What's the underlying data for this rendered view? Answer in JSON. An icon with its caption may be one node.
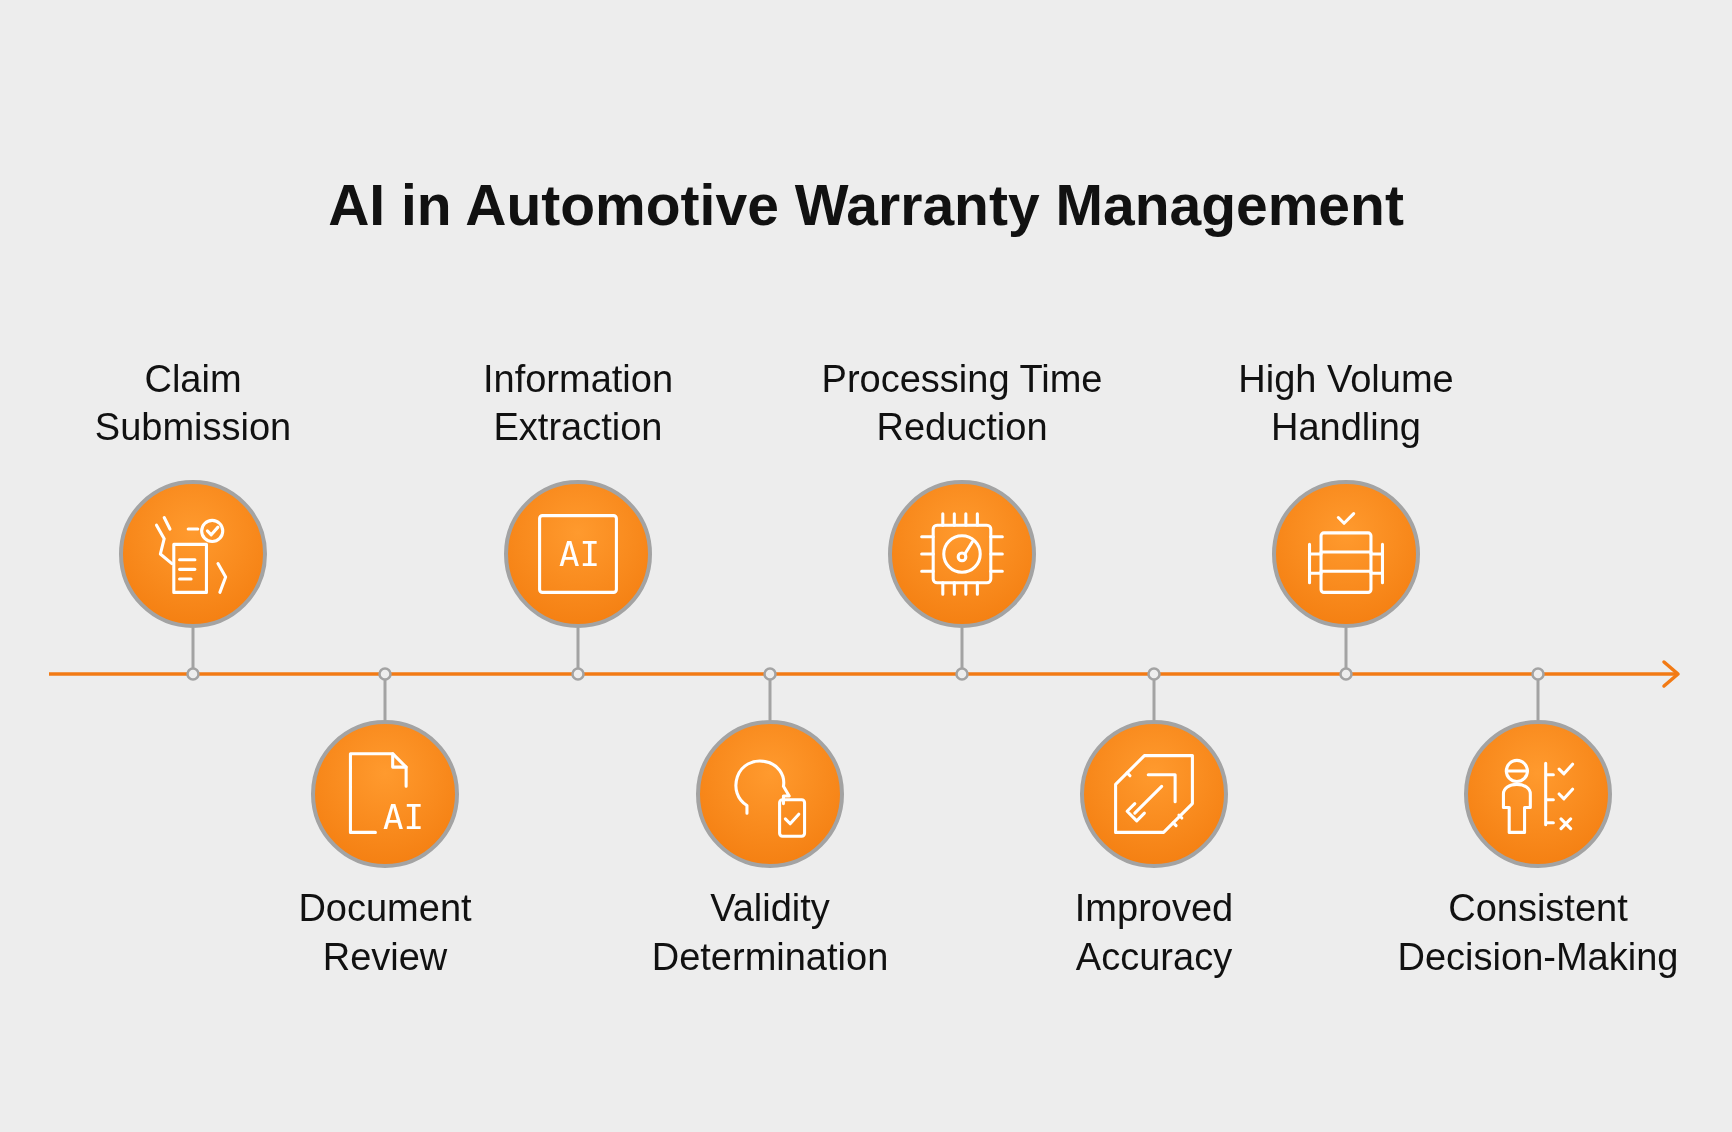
{
  "diagram": {
    "title": "AI in Automotive Warranty Management",
    "nodes": [
      {
        "text": [
          "Claim Submission"
        ]
      },
      {
        "text": [
          "Document Review"
        ]
      },
      {
        "text": [
          "Information Extraction"
        ]
      },
      {
        "text": [
          "Validity Determination"
        ]
      },
      {
        "text": [
          "Processing Time Reduction"
        ]
      },
      {
        "text": [
          "Improved Accuracy"
        ]
      },
      {
        "text": [
          "High Volume Handling"
        ]
      },
      {
        "text": [
          "Consistent Decision-Making"
        ]
      }
    ],
    "labels": [
      "AI",
      "AI"
    ]
  }
}
